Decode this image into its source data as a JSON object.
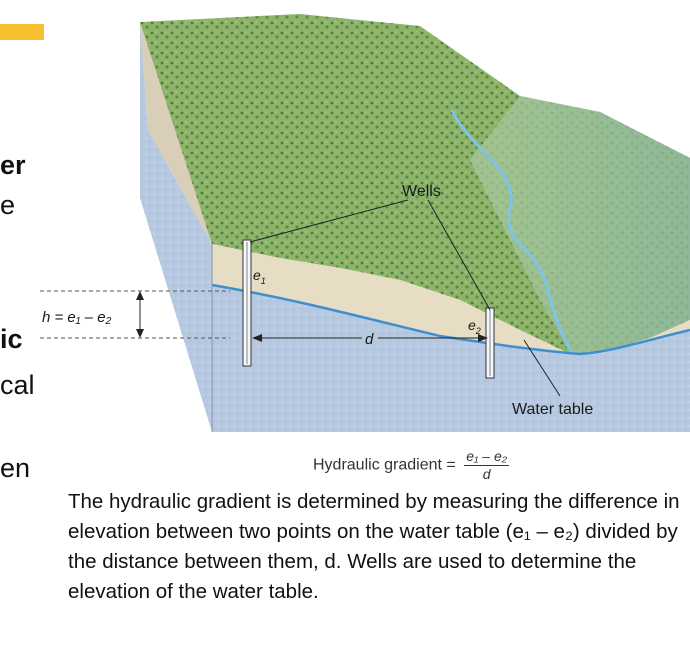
{
  "left_column_fragments": [
    "er",
    "e",
    "ic",
    "cal",
    "en"
  ],
  "diagram": {
    "wells_label": "Wells",
    "e1_label": "e",
    "e1_sub": "1",
    "e2_label": "e",
    "e2_sub": "2",
    "d_label": "d",
    "h_formula": "h = e₁ – e₂",
    "water_table_label": "Water table"
  },
  "formula": {
    "label": "Hydraulic gradient =",
    "numerator": "e₁ – e₂",
    "denominator": "d"
  },
  "caption": "The hydraulic gradient is determined by measuring the difference in elevation between two points on the water table (e₁ – e₂) divided by the distance between them, d. Wells are used to determine the elevation of the water table.",
  "colors": {
    "accent": "#F5C02E",
    "water_table": "#3E8FD0",
    "groundwater": "#B7C9E0",
    "soil": "#E7DCC4",
    "vegetation": "#7FA85C",
    "stream": "#7FC3E8"
  }
}
